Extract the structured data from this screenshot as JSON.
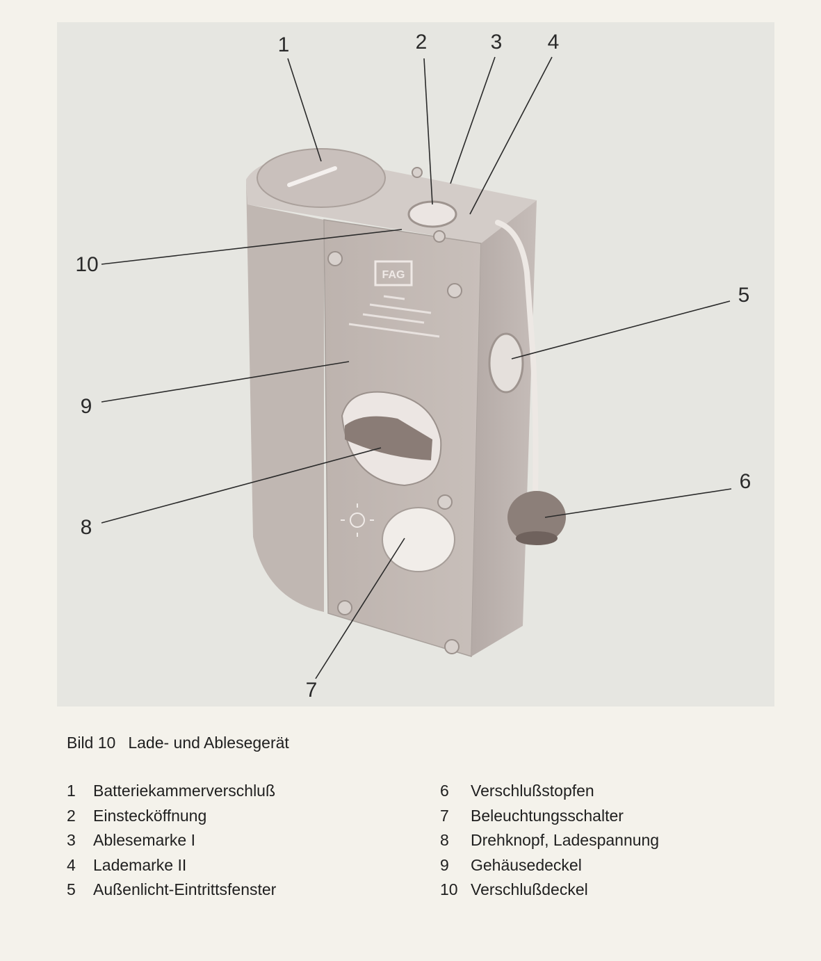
{
  "figure": {
    "callouts": [
      "1",
      "2",
      "3",
      "4",
      "5",
      "6",
      "7",
      "8",
      "9",
      "10"
    ],
    "nameplate_logo": "FAG"
  },
  "caption": {
    "figure_label": "Bild 10",
    "title": "Lade- und Ablesegerät"
  },
  "legend": {
    "left": [
      {
        "num": "1",
        "text": "Batteriekammerverschluß"
      },
      {
        "num": "2",
        "text": "Einstecköffnung"
      },
      {
        "num": "3",
        "text": "Ablesemarke I"
      },
      {
        "num": "4",
        "text": "Lademarke II"
      },
      {
        "num": "5",
        "text": "Außenlicht-Eintrittsfenster"
      }
    ],
    "right": [
      {
        "num": "6",
        "text": "Verschlußstopfen"
      },
      {
        "num": "7",
        "text": "Beleuchtungsschalter"
      },
      {
        "num": "8",
        "text": "Drehknopf, Ladespannung"
      },
      {
        "num": "9",
        "text": "Gehäusedeckel"
      },
      {
        "num": "10",
        "text": "Verschlußdeckel"
      }
    ]
  }
}
